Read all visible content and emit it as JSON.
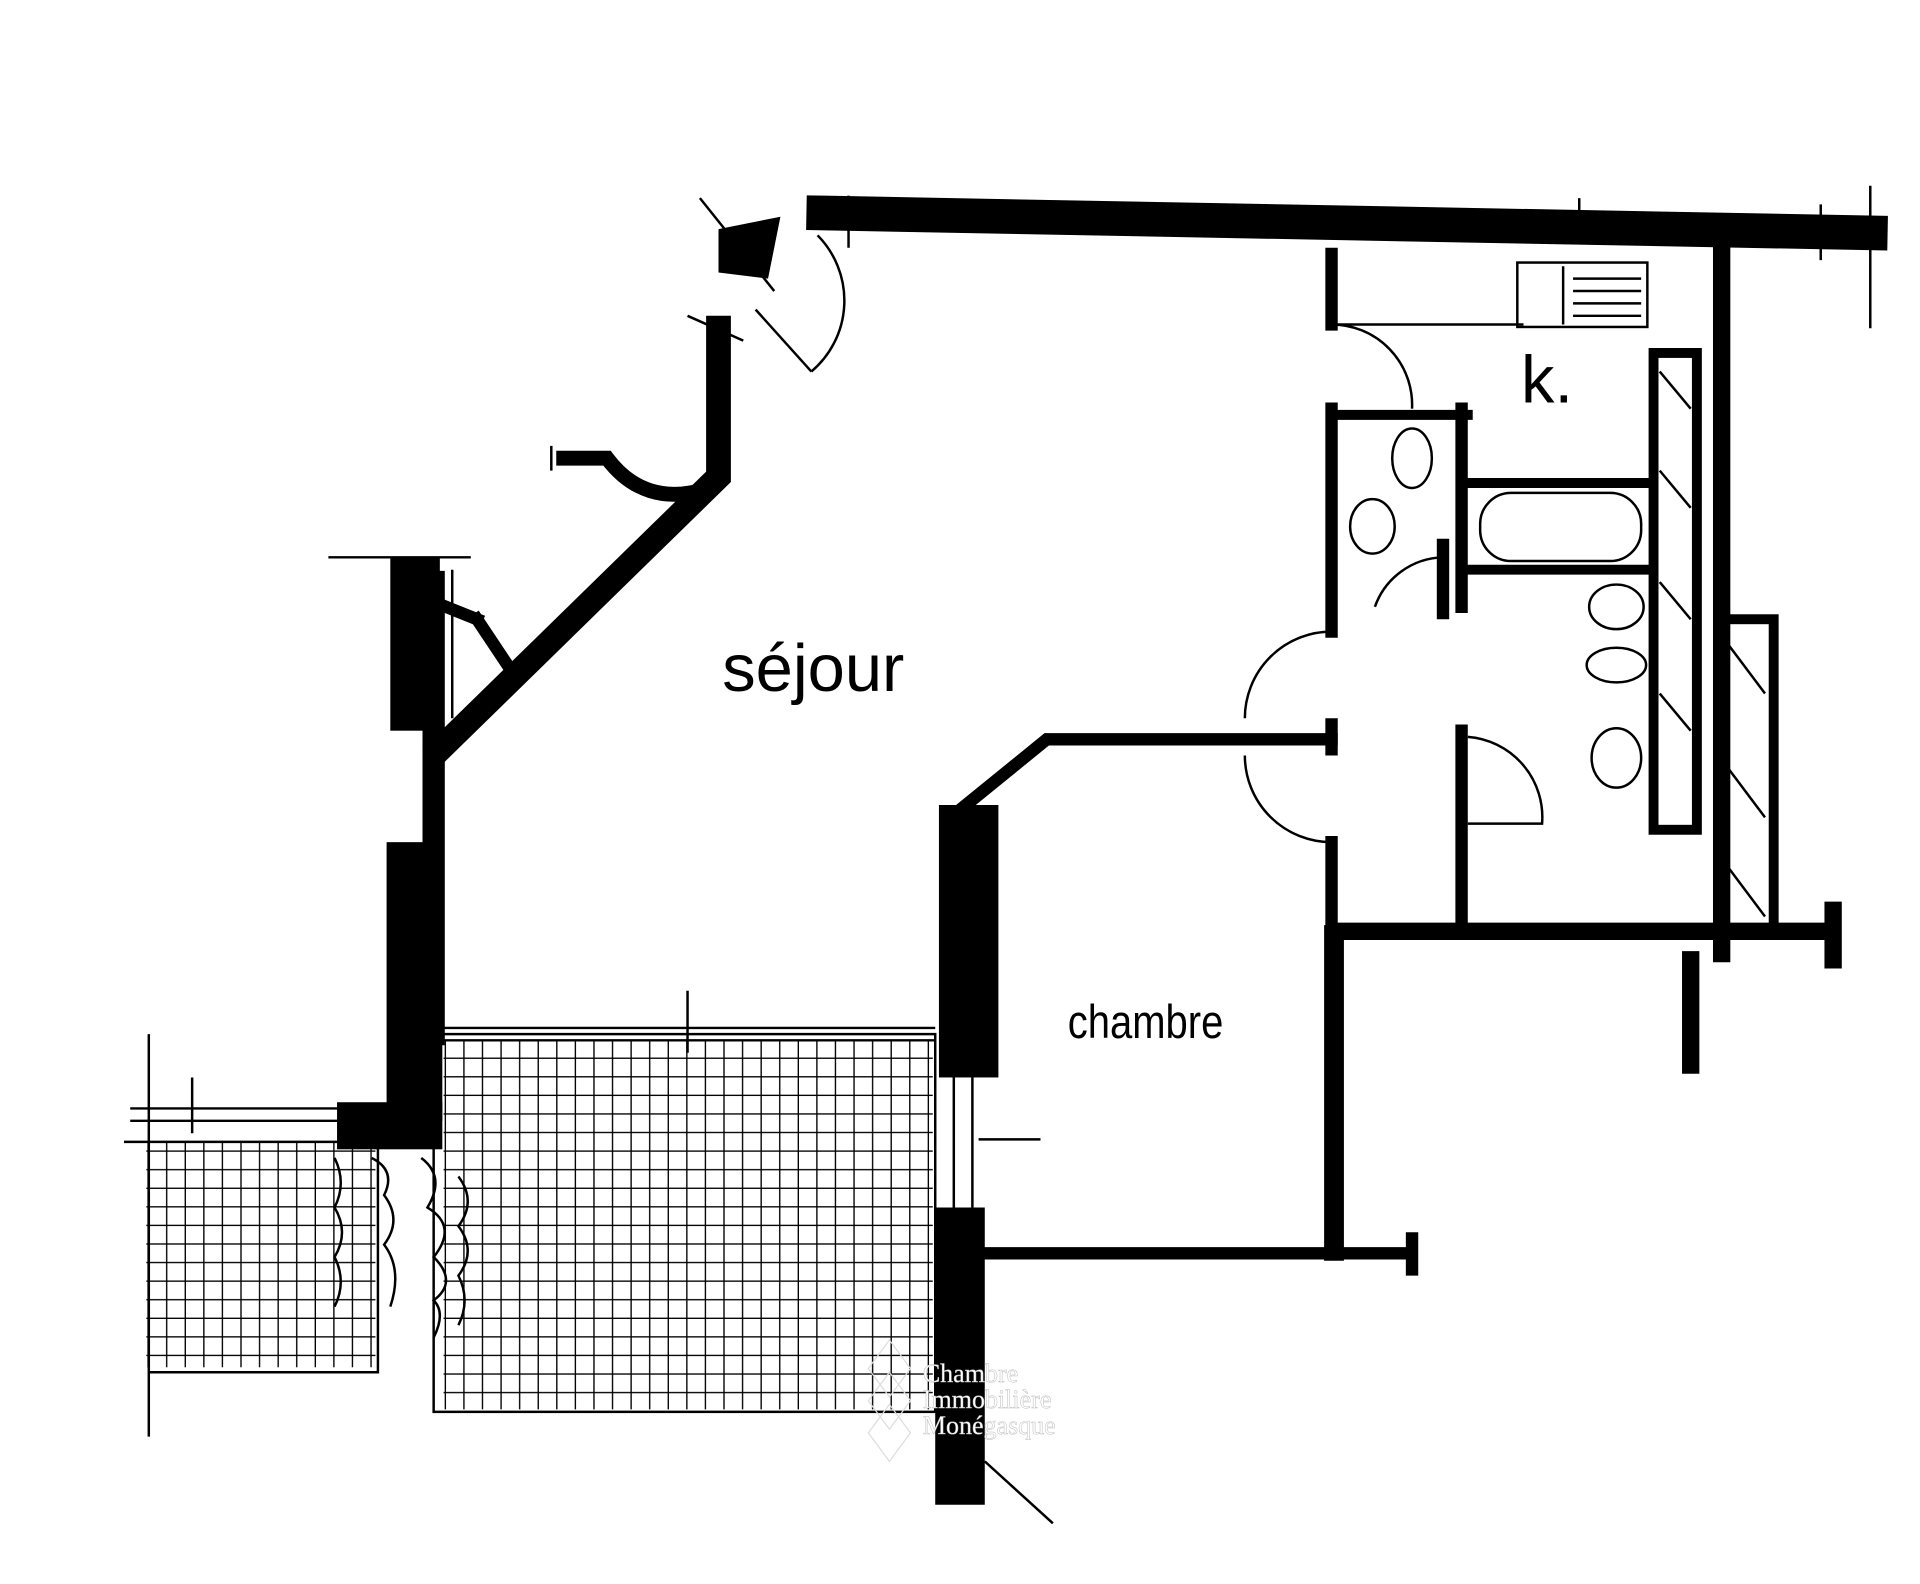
{
  "rooms": {
    "living": "séjour",
    "bedroom": "chambre",
    "kitchen": "k."
  },
  "watermark": {
    "line1": "Chambre",
    "line2": "Immobilière",
    "line3": "Monégasque"
  },
  "colors": {
    "ink": "#000000",
    "paper": "#ffffff"
  }
}
